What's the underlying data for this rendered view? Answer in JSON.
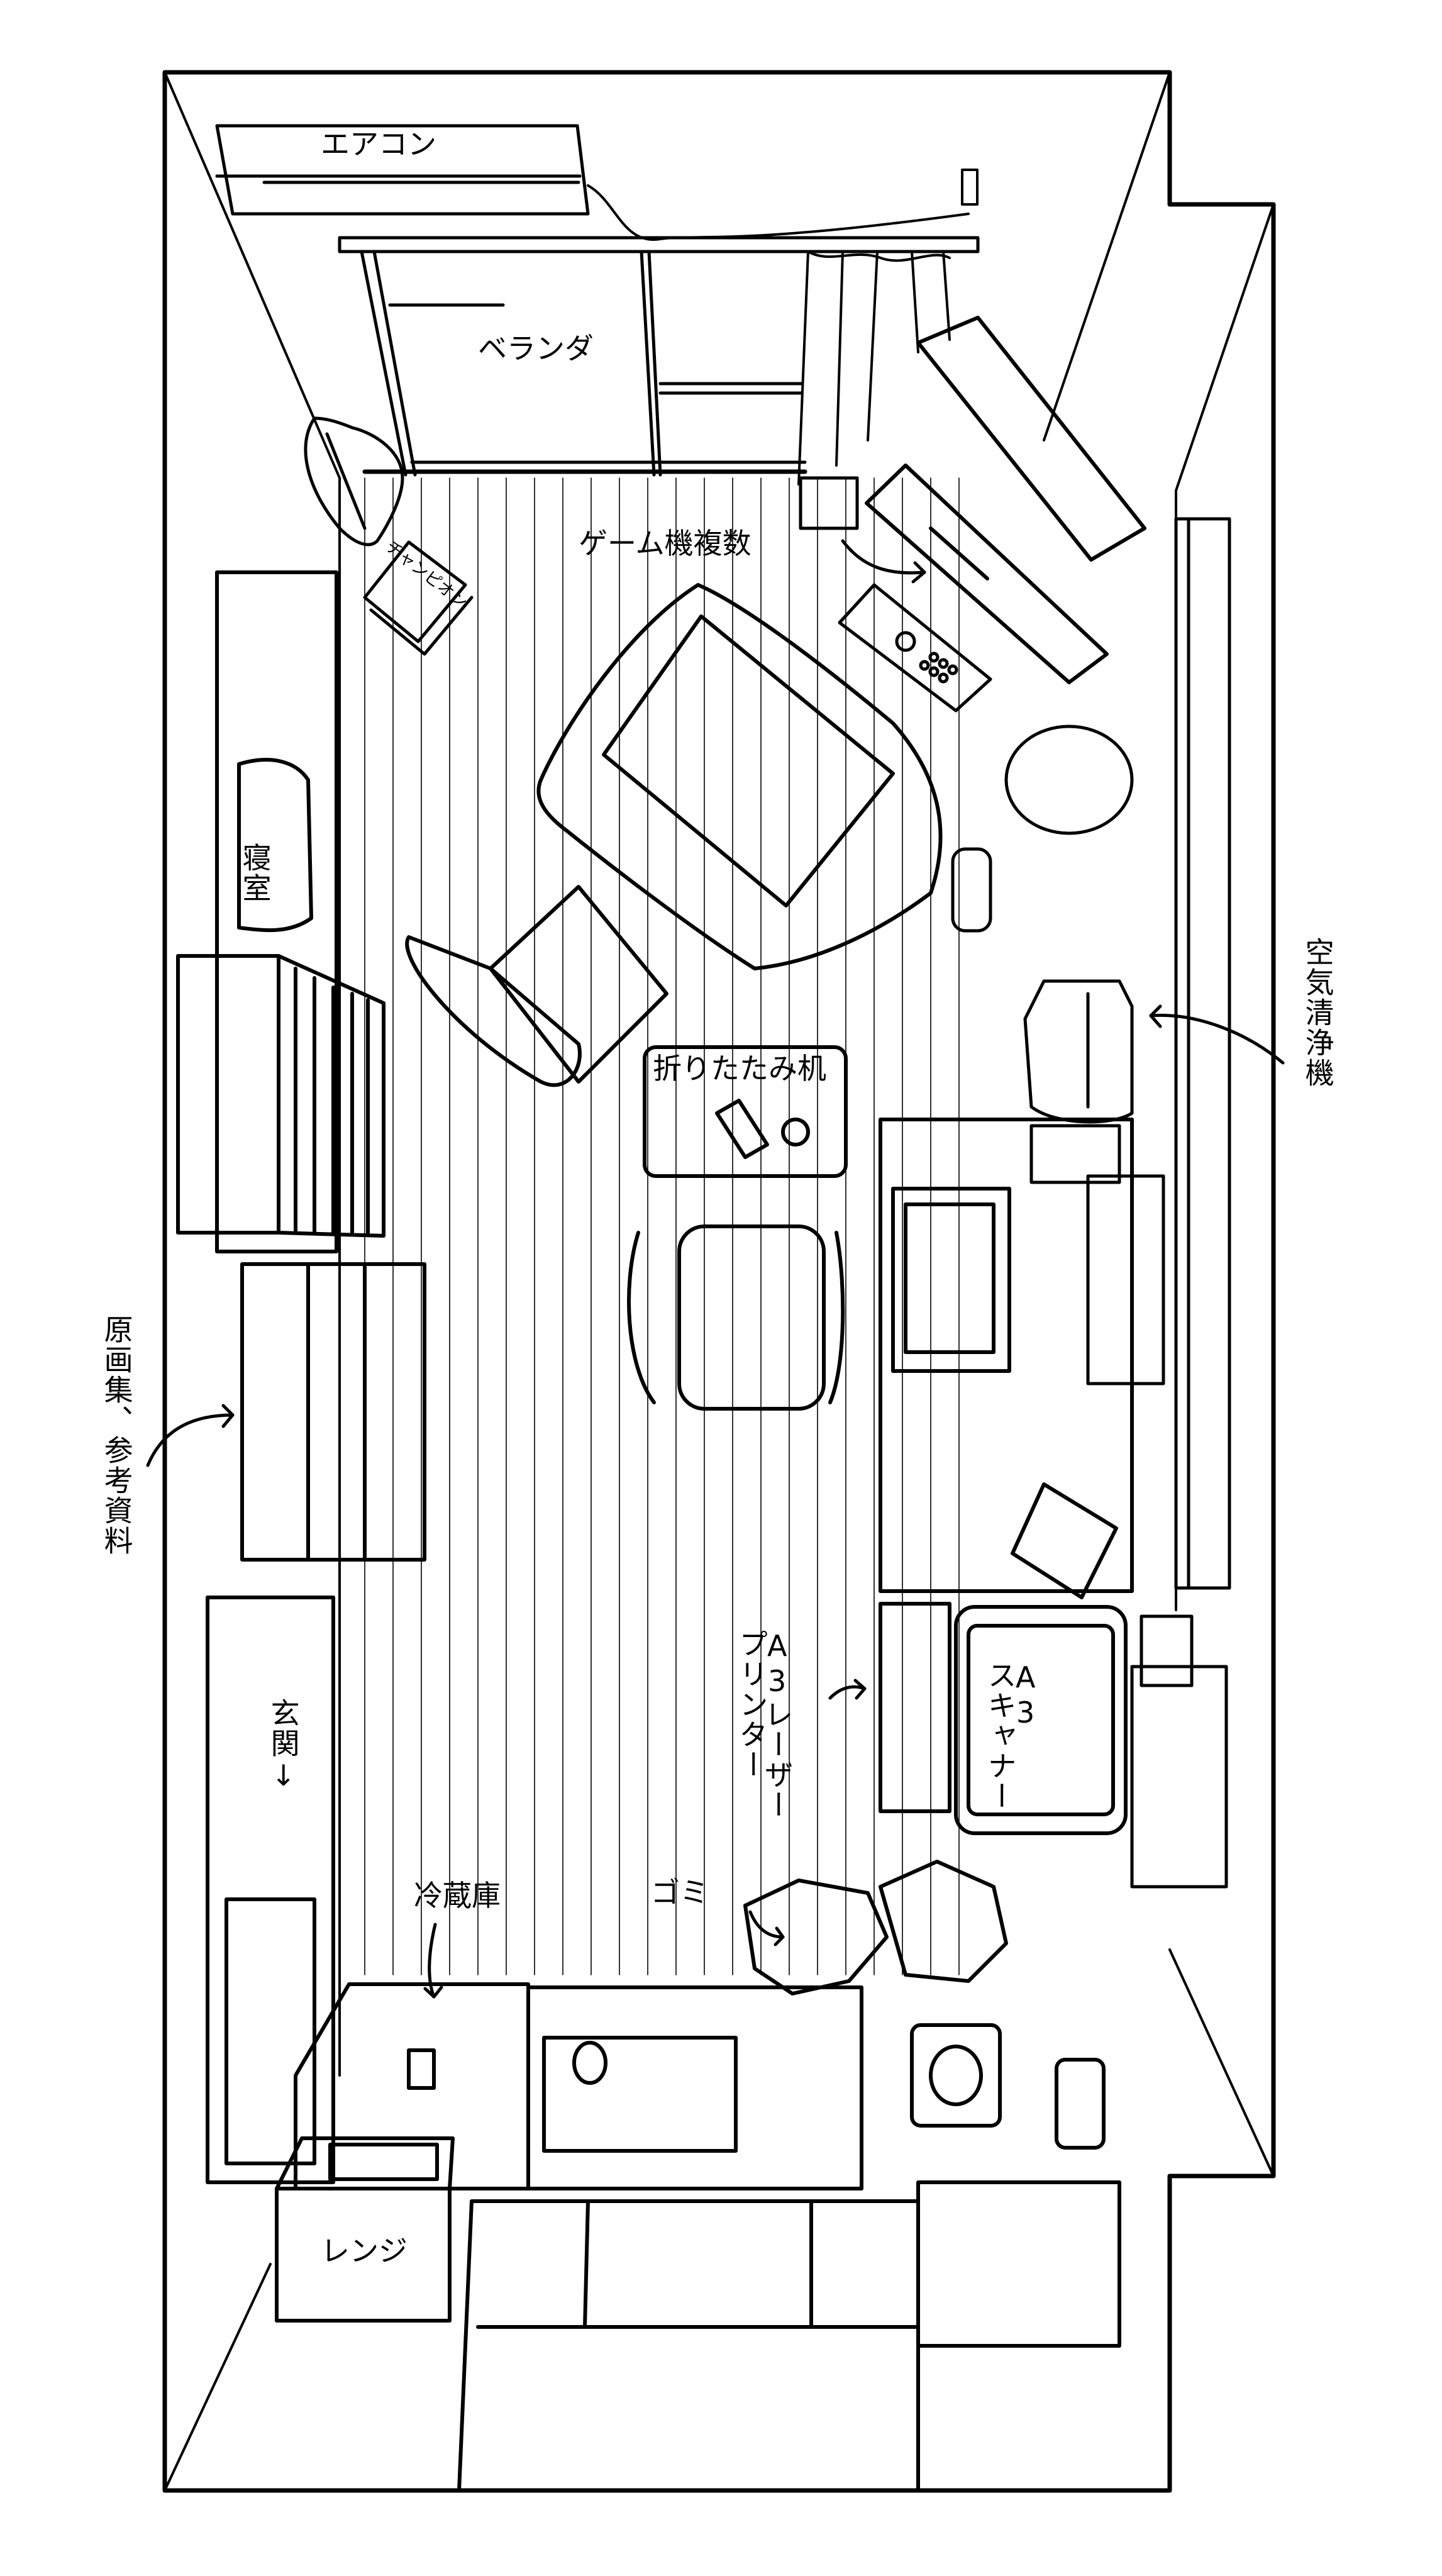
{
  "title": "Room floor plan (top-down manga illustration)",
  "colors": {
    "ink": "#000000",
    "paper": "#ffffff"
  },
  "labels": {
    "air_conditioner": "エアコン",
    "veranda": "ベランダ",
    "game_consoles": "ゲーム機複数",
    "bedroom": "寝室",
    "air_purifier": "空気清浄機",
    "folding_desk": "折りたたみ机",
    "art_books": "原画集、参考資料",
    "a3_laser_printer": "A3レーザープリンター",
    "a3_laser_printer_lines": [
      "A3レーザー",
      "プリンター"
    ],
    "a3_scanner": "A3スキャナー",
    "a3_scanner_lines": [
      "A3",
      "スキャナー"
    ],
    "entrance": "玄関↓",
    "refrigerator": "冷蔵庫",
    "trash": "ゴミ",
    "microwave": "レンジ"
  },
  "doodles": {
    "comic_book_title": "チャンピオン"
  },
  "icons": [
    "air-conditioner-icon",
    "power-outlet-icon",
    "sliding-door-icon",
    "curtain-icon",
    "tv-icon",
    "game-console-icon",
    "arcade-stick-icon",
    "kotatsu-table-icon",
    "floor-chair-icon",
    "backpack-icon",
    "comic-books-icon",
    "bed-icon",
    "bookshelf-icon",
    "figure-icon",
    "air-purifier-icon",
    "folding-desk-icon",
    "office-chair-icon",
    "desk-icon",
    "monitor-icon",
    "pen-tablet-icon",
    "printer-icon",
    "scanner-icon",
    "poster-icon",
    "trash-bag-icon",
    "refrigerator-icon",
    "microwave-icon",
    "sink-icon",
    "washing-machine-icon",
    "water-heater-icon",
    "door-icon"
  ]
}
